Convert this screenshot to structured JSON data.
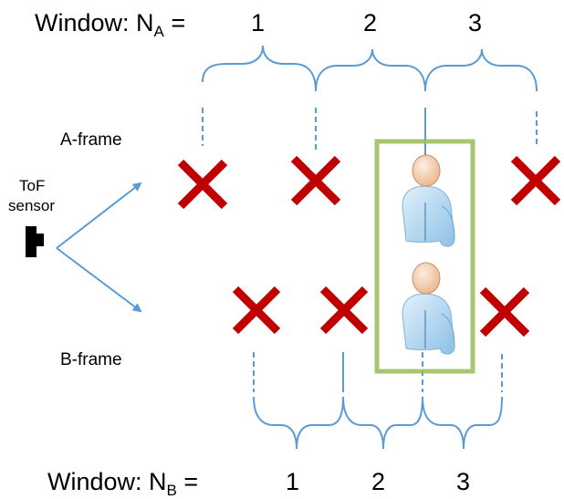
{
  "window_a": {
    "prefix": "Window: N",
    "sub": "A",
    "suffix": " =",
    "numbers": [
      "1",
      "2",
      "3"
    ]
  },
  "window_b": {
    "prefix": "Window: N",
    "sub": "B",
    "suffix": " =",
    "numbers": [
      "1",
      "2",
      "3"
    ]
  },
  "labels": {
    "a_frame": "A-frame",
    "b_frame": "B-frame",
    "sensor_line1": "ToF",
    "sensor_line2": "sensor"
  },
  "colors": {
    "bracket": "#5b9bd5",
    "cross": "#c00000",
    "highlight": "#9bbb59",
    "person_body": "#b8d8f0",
    "person_head": "#f5cfae"
  }
}
